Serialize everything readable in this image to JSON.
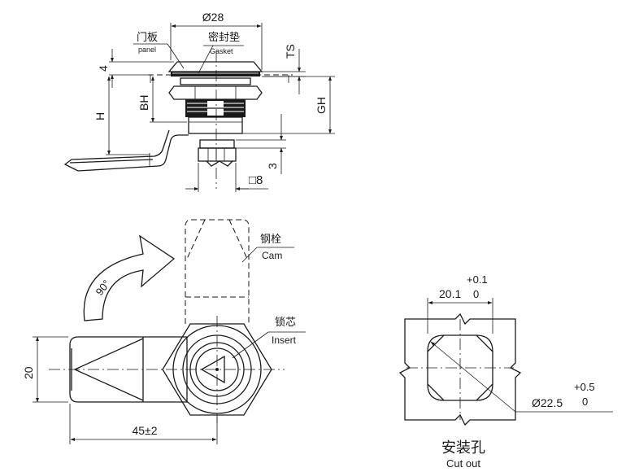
{
  "side_view": {
    "dim_diameter": "Ø28",
    "label_panel_cn": "门板",
    "label_panel_en": "panel",
    "label_gasket_cn": "密封垫",
    "label_gasket_en": "Gasket",
    "dim_4": "4",
    "dim_ts": "TS",
    "dim_h": "H",
    "dim_bh": "BH",
    "dim_gh": "GH",
    "dim_square": "□8",
    "dim_3": "3"
  },
  "front_view": {
    "label_cam_cn": "钢栓",
    "label_cam_en": "Cam",
    "label_insert_cn": "锁芯",
    "label_insert_en": "Insert",
    "rotation": "90°",
    "dim_20": "20",
    "dim_45": "45±2"
  },
  "cutout": {
    "dim_width": "20.1",
    "tol_upper": "+0.1",
    "tol_lower": "0",
    "dim_diameter": "Ø22.5",
    "dia_tol_upper": "+0.5",
    "dia_tol_lower": "0",
    "title_cn": "安装孔",
    "title_en": "Cut out"
  }
}
